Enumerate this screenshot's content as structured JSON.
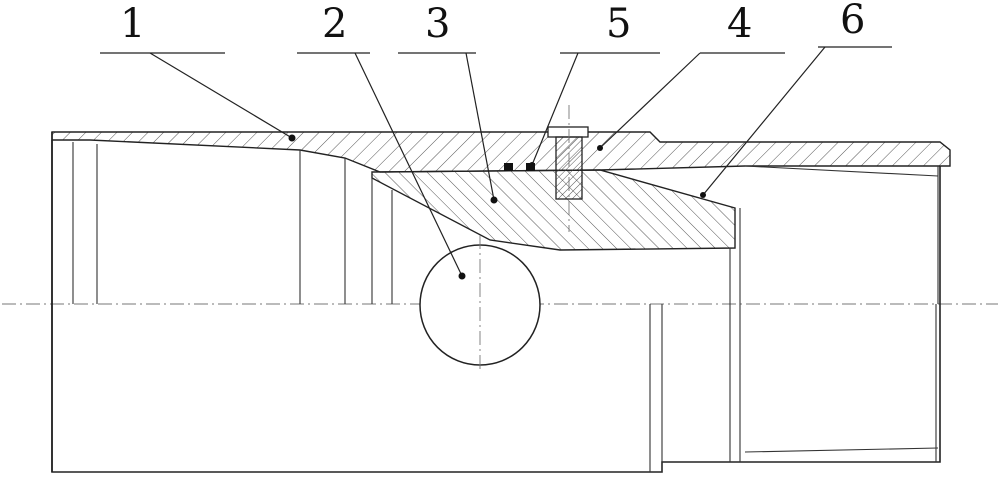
{
  "labels": [
    {
      "id": "1",
      "text": "1"
    },
    {
      "id": "2",
      "text": "2"
    },
    {
      "id": "3",
      "text": "3"
    },
    {
      "id": "5",
      "text": "5"
    },
    {
      "id": "4",
      "text": "4"
    },
    {
      "id": "6",
      "text": "6"
    }
  ]
}
